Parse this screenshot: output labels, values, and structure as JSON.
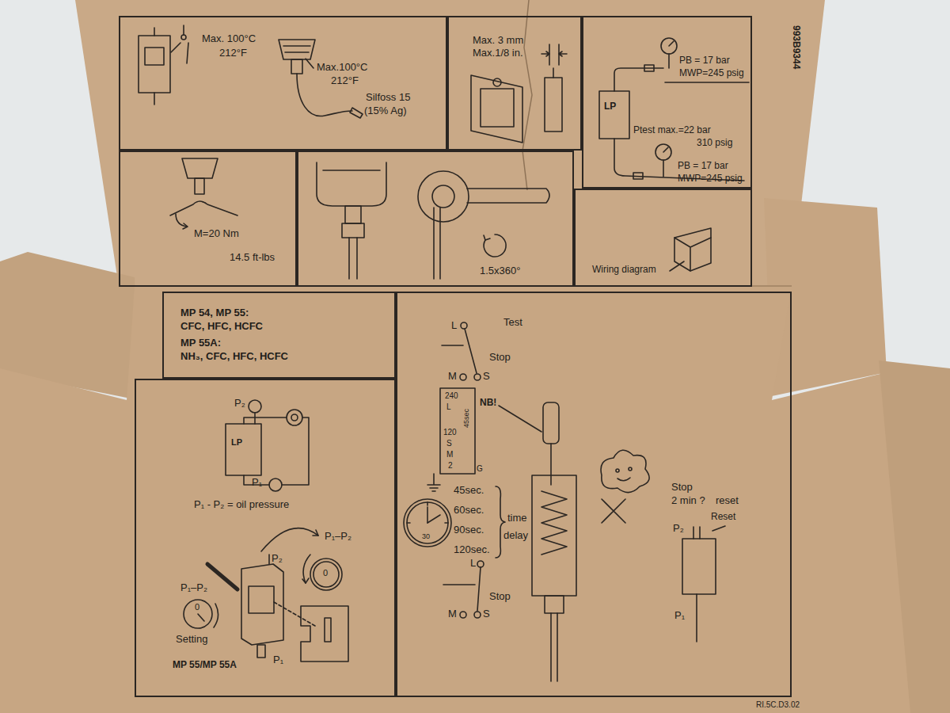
{
  "diagram": {
    "nodes": [
      {
        "text": [
          "Max. 100°C",
          "212°F",
          "Max.100°C",
          "212°F",
          "Silfoss 15",
          "(15% Ag)"
        ]
      },
      {
        "text": [
          "Max. 3 mm",
          "Max.1/8 in."
        ]
      },
      {
        "text": [
          "PB = 17 bar",
          "MWP=245 psig",
          "LP",
          "Ptest max.=22 bar",
          "310 psig",
          "PB = 17 bar",
          "MWP=245 psig"
        ]
      },
      {
        "text": [
          "M=20 Nm",
          "14.5 ft-lbs"
        ]
      },
      {
        "text": [
          "1.5x360°"
        ]
      },
      {
        "text": [
          "Wiring diagram"
        ]
      },
      {
        "text": [
          "MP 54, MP 55:",
          "CFC, HFC, HCFC",
          "MP 55A:",
          "NH₃, CFC, HFC, HCFC"
        ]
      },
      {
        "text": [
          "P₂",
          "LP",
          "P₁",
          "P₁ - P₂ = oil pressure",
          "P₁–P₂",
          "P₂",
          "P₁–P₂",
          "0",
          "0",
          "Setting",
          "MP 55/MP 55A",
          "P₁"
        ]
      },
      {
        "text": [
          "Test",
          "L",
          "Stop",
          "M",
          "S",
          "240",
          "L",
          "120",
          "S",
          "M",
          "2",
          "45sec",
          "NB!",
          "G",
          "45sec.",
          "60sec.",
          "90sec.",
          "120sec.",
          "time",
          "delay",
          "30",
          "L",
          "Stop",
          "M",
          "S",
          "Stop",
          "2 min ?",
          "reset",
          "Reset",
          "P₂",
          "P₁"
        ]
      }
    ],
    "labels": [
      "993B9344",
      "RI.5C.D3.02"
    ]
  }
}
